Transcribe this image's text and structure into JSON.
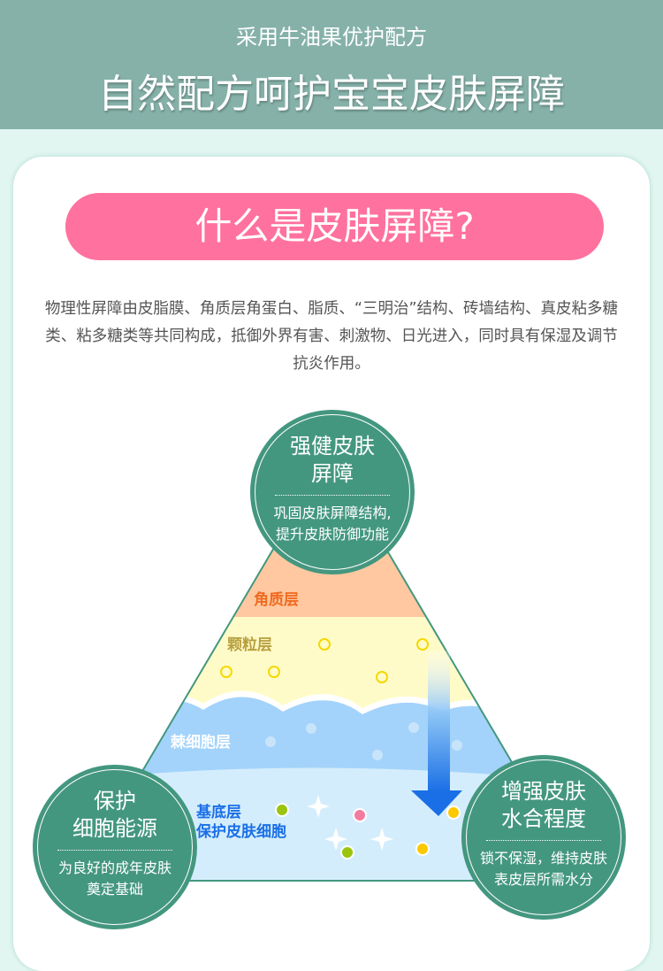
{
  "header": {
    "subtitle": "采用牛油果优护配方",
    "title": "自然配方呵护宝宝皮肤屏障"
  },
  "section": {
    "title": "什么是皮肤屏障?",
    "description": "物理性屏障由皮脂膜、角质层角蛋白、脂质、“三明治”结构、砖墙结构、真皮粘多糖类、粘多糖类等共同构成，抵御外界有害、刺激物、日光进入，同时具有保湿及调节抗炎作用。"
  },
  "layers": {
    "stratum_corneum": "角质层",
    "granular": "颗粒层",
    "spinous": "棘细胞层",
    "basal_1": "基底层",
    "basal_2": "保护皮肤细胞"
  },
  "circles": [
    {
      "title_1": "强健皮肤",
      "title_2": "屏障",
      "desc_1": "巩固皮肤屏障结构,",
      "desc_2": "提升皮肤防御功能"
    },
    {
      "title_1": "保护",
      "title_2": "细胞能源",
      "desc_1": "为良好的成年皮肤",
      "desc_2": "奠定基础"
    },
    {
      "title_1": "增强皮肤",
      "title_2": "水合程度",
      "desc_1": "锁不保湿，维持皮肤",
      "desc_2": "表皮层所需水分"
    }
  ],
  "colors": {
    "header": "#85b1a9",
    "pill": "#ff719e",
    "circle": "#44977f",
    "corneum": "#ffc8a0",
    "granular": "#fffbc8",
    "spinous": "#a3d3fa",
    "basal": "#d4edfc",
    "arrow": "#1a6fe6"
  }
}
